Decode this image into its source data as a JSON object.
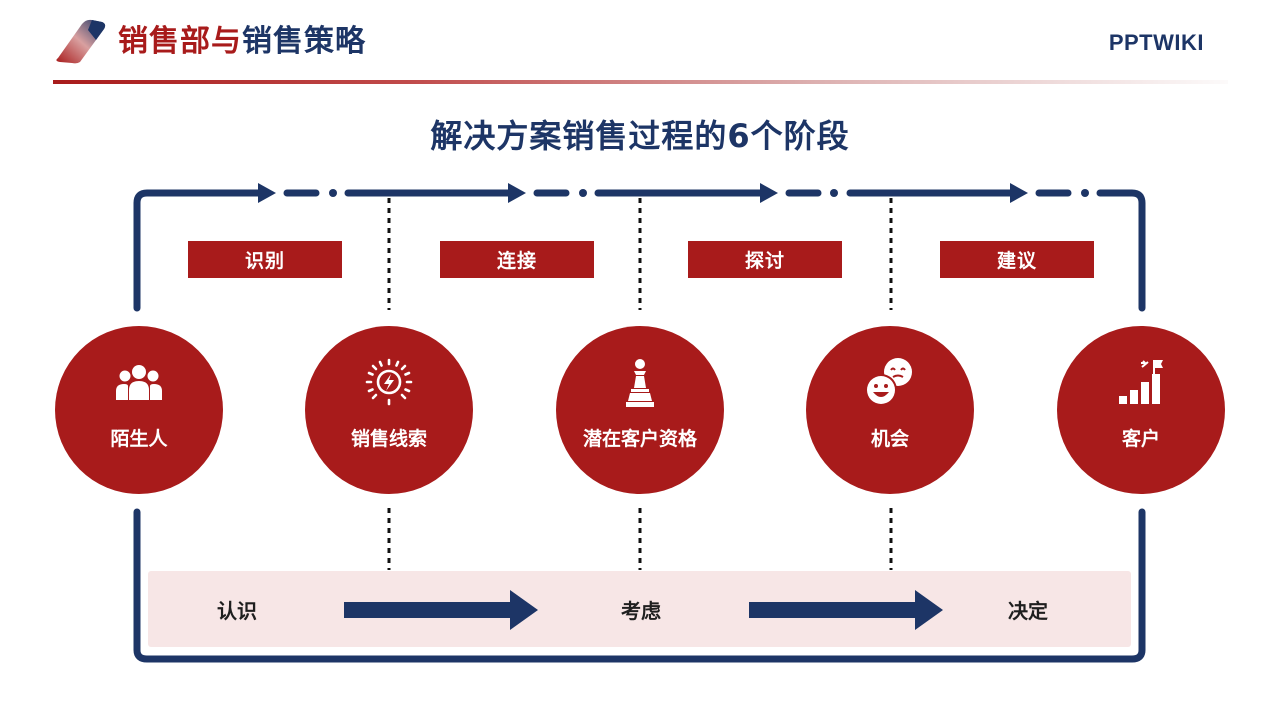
{
  "header": {
    "title_part1": "销售部与",
    "title_part2": "销售策略",
    "brand": "PPTWIKI",
    "logo_icon": "brand-logo-icon",
    "accent_red": "#a81b1b",
    "accent_navy": "#1d3566"
  },
  "main_title": "解决方案销售过程的6个阶段",
  "stages": [
    {
      "label": "识别"
    },
    {
      "label": "连接"
    },
    {
      "label": "探讨"
    },
    {
      "label": "建议"
    }
  ],
  "nodes": [
    {
      "label": "陌生人",
      "icon": "people-group-icon"
    },
    {
      "label": "销售线索",
      "icon": "lightning-bulb-icon"
    },
    {
      "label": "潜在客户资格",
      "icon": "chess-pawn-icon"
    },
    {
      "label": "机会",
      "icon": "smiley-faces-icon"
    },
    {
      "label": "客户",
      "icon": "growth-bars-flag-icon"
    }
  ],
  "phases": [
    {
      "label": "认识"
    },
    {
      "label": "考虑"
    },
    {
      "label": "决定"
    }
  ]
}
